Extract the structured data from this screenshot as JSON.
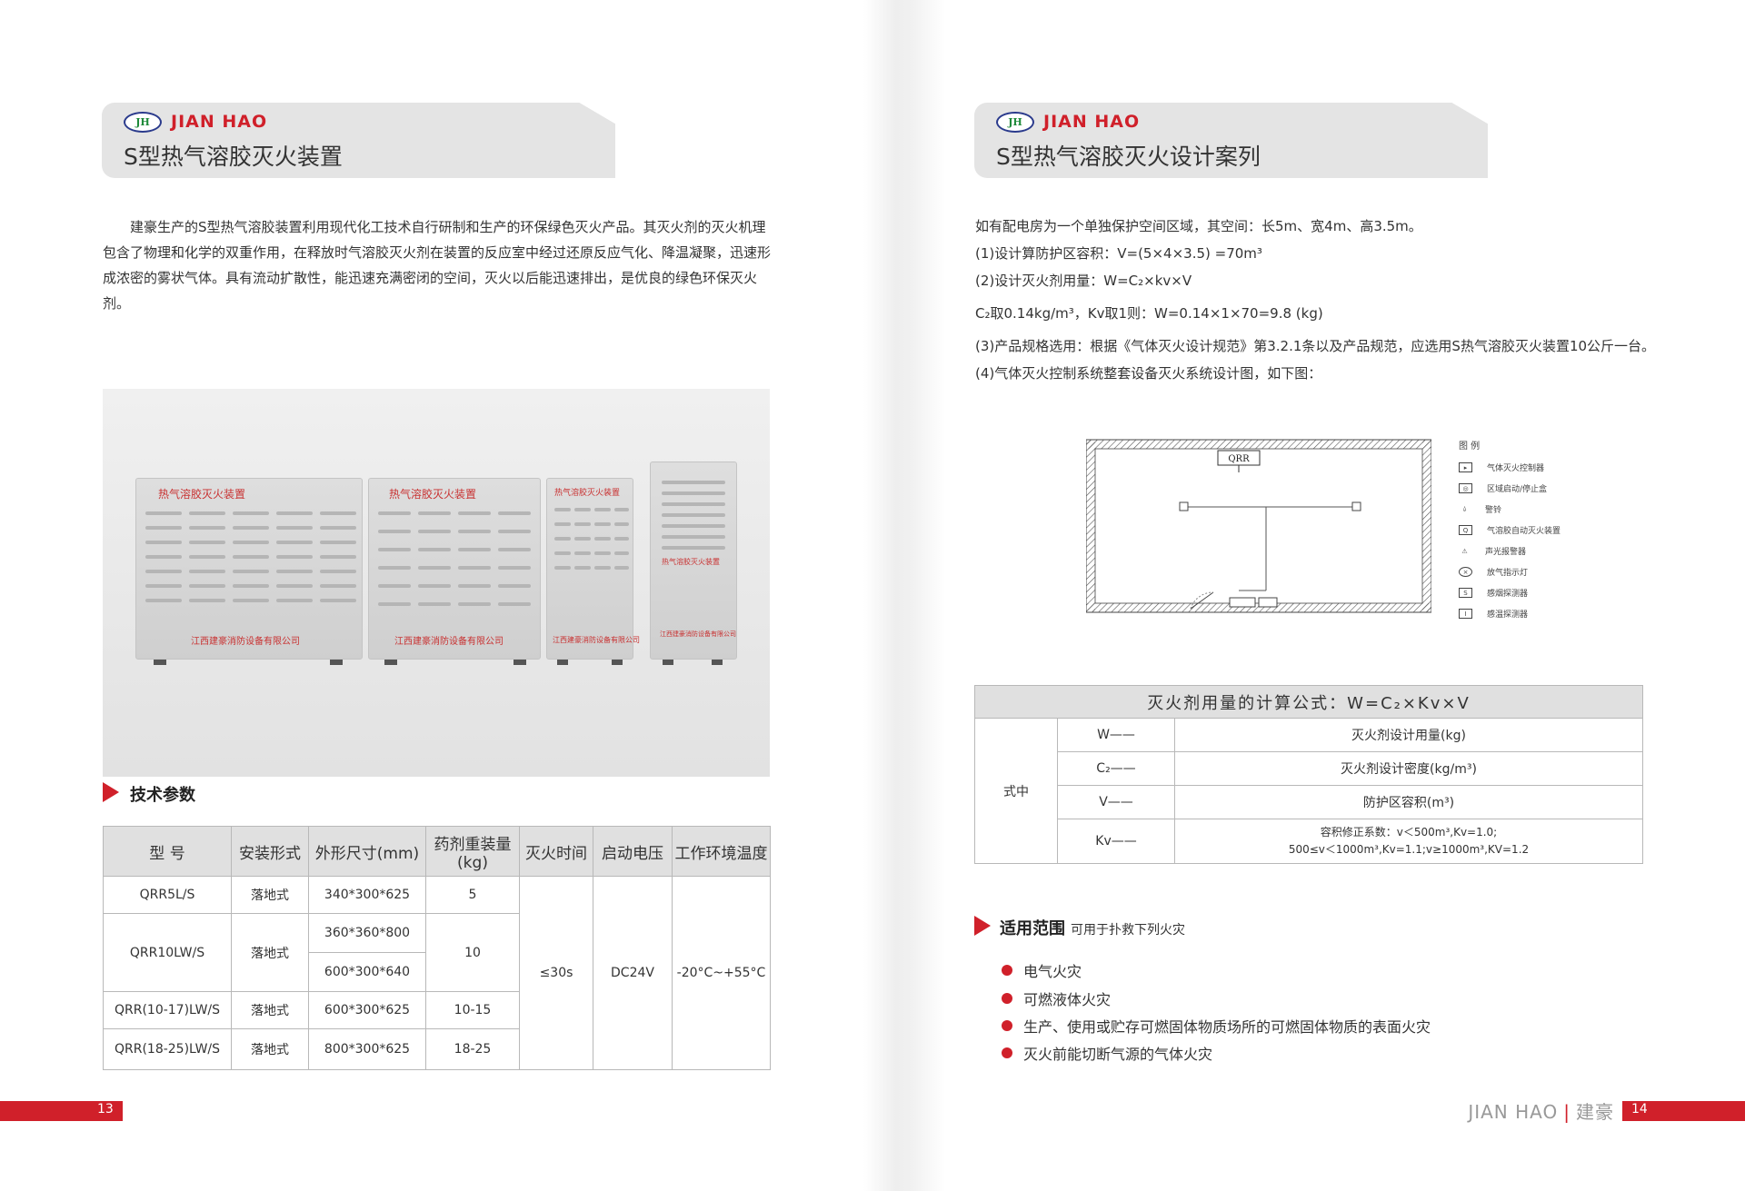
{
  "brand": "JIAN HAO",
  "logo_text": "JH",
  "left": {
    "title": "S型热气溶胶灭火装置",
    "intro": "建豪生产的S型热气溶胶装置利用现代化工技术自行研制和生产的环保绿色灭火产品。其灭火剂的灭火机理包含了物理和化学的双重作用，在释放时气溶胶灭火剂在装置的反应室中经过还原反应气化、降温凝聚，迅速形成浓密的雾状气体。具有流动扩散性，能迅速充满密闭的空间，灭火以后能迅速排出，是优良的绿色环保灭火剂。",
    "photo": {
      "unit_label": "热气溶胶灭火装置",
      "unit_company": "江西建豪消防设备有限公司"
    },
    "spec_title": "技术参数",
    "spec": {
      "headers": [
        "型 号",
        "安装形式",
        "外形尺寸(mm)",
        "药剂重装量(kg)",
        "灭火时间",
        "启动电压",
        "工作环境温度"
      ],
      "rows": [
        {
          "model": "QRR5L/S",
          "install": "落地式",
          "size": "340*300*625",
          "weight": "5"
        },
        {
          "model": "QRR10LW/S",
          "install": "落地式",
          "size": "360*360*800",
          "size2": "600*300*640",
          "weight": "10"
        },
        {
          "model": "QRR(10-17)LW/S",
          "install": "落地式",
          "size": "600*300*625",
          "weight": "10-15"
        },
        {
          "model": "QRR(18-25)LW/S",
          "install": "落地式",
          "size": "800*300*625",
          "weight": "18-25"
        }
      ],
      "time": "≤30s",
      "voltage": "DC24V",
      "temp": "-20°C~+55°C"
    },
    "page_number": "13"
  },
  "right": {
    "title": "S型热气溶胶灭火设计案列",
    "lines": [
      "如有配电房为一个单独保护空间区域，其空间：长5m、宽4m、高3.5m。",
      "(1)设计算防护区容积：V=(5×4×3.5) =70m³",
      "(2)设计灭火剂用量：W=C₂×kv×V",
      "C₂取0.14kg/m³，Kv取1则：W=0.14×1×70=9.8 (kg)",
      "(3)产品规格选用：根据《气体灭火设计规范》第3.2.1条以及产品规范，应选用S热气溶胶灭火装置10公斤一台。",
      "(4)气体灭火控制系统整套设备灭火系统设计图，如下图："
    ],
    "diagram": {
      "device_label": "QRR",
      "legend_title": "图 例",
      "legend": [
        "气体灭火控制器",
        "区域启动/停止盒",
        "警铃",
        "气溶胶自动灭火装置",
        "声光报警器",
        "放气指示灯",
        "感烟探测器",
        "感温探测器"
      ]
    },
    "formula": {
      "title": "灭火剂用量的计算公式：W=C₂×Kv×V",
      "side_label": "式中",
      "rows": [
        {
          "sym": "W——",
          "desc": "灭火剂设计用量(kg)"
        },
        {
          "sym": "C₂——",
          "desc": "灭火剂设计密度(kg/m³)"
        },
        {
          "sym": "V——",
          "desc": "防护区容积(m³)"
        },
        {
          "sym": "Kv——",
          "desc": "容积修正系数：v＜500m³,Kv=1.0;",
          "desc2": "500≤v＜1000m³,Kv=1.1;v≥1000m³,KV=1.2"
        }
      ]
    },
    "scope_title": "适用范围",
    "scope_sub": "可用于扑救下列火灾",
    "scope_items": [
      "电气火灾",
      "可燃液体火灾",
      "生产、使用或贮存可燃固体物质场所的可燃固体物质的表面火灾",
      "灭火前能切断气源的气体火灾"
    ],
    "footer_brand": "JIAN HAO",
    "footer_cn": "建豪",
    "page_number": "14"
  }
}
